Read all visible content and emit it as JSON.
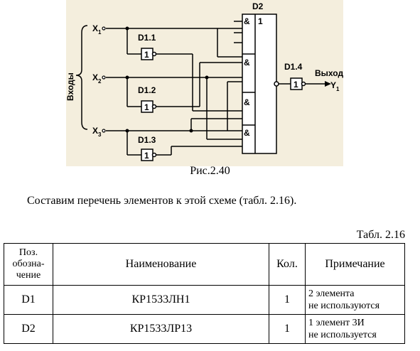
{
  "schematic": {
    "inputs_label": "Входы",
    "output_label": "Выход",
    "inputs": [
      {
        "letter": "X",
        "sub": "1"
      },
      {
        "letter": "X",
        "sub": "2"
      },
      {
        "letter": "X",
        "sub": "3"
      }
    ],
    "output": {
      "letter": "Y",
      "sub": "1"
    },
    "element_labels": {
      "d2": "D2",
      "d11": "D1.1",
      "d12": "D1.2",
      "d13": "D1.3",
      "d14": "D1.4"
    },
    "gate_symbols": {
      "and": "&",
      "or": "1",
      "not": "1"
    }
  },
  "figure_caption": "Рис.2.40",
  "intro_text": "Составим перечень элементов к этой схеме (табл. 2.16).",
  "table_label": "Табл. 2.16",
  "table": {
    "headers": {
      "position": [
        "Поз.",
        "обозна-",
        "чение"
      ],
      "name": "Наименование",
      "qty": "Кол.",
      "note": "Примечание"
    },
    "rows": [
      {
        "position": "D1",
        "name": "КР1533ЛН1",
        "qty": "1",
        "note_line1": "2 элемента",
        "note_line2": "не используются"
      },
      {
        "position": "D2",
        "name": "КР1533ЛР13",
        "qty": "1",
        "note_line1": "1 элемент 3И",
        "note_line2": "не используется"
      }
    ]
  }
}
